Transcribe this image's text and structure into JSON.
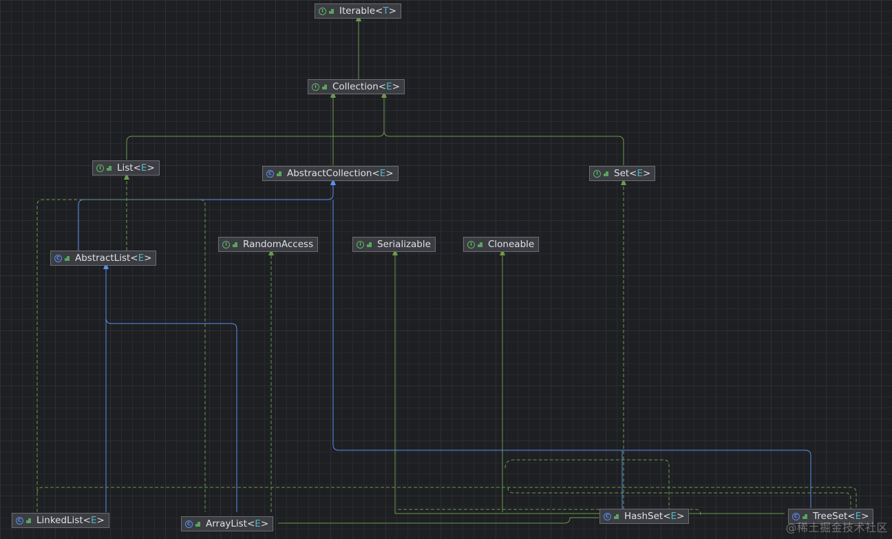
{
  "diagram": {
    "colors": {
      "background": "#1e1f22",
      "interface_edge": "#6a9c4f",
      "class_edge": "#5b8ff2",
      "node_fill": "#3b3d42",
      "type_param": "#56b6c2"
    },
    "nodes": {
      "iterable": {
        "kind": "interface",
        "kind_glyph": "I",
        "icon": "interface-icon",
        "name": "Iterable",
        "type_param": "T"
      },
      "collection": {
        "kind": "interface",
        "kind_glyph": "I",
        "icon": "interface-icon",
        "name": "Collection",
        "type_param": "E"
      },
      "list": {
        "kind": "interface",
        "kind_glyph": "I",
        "icon": "interface-icon",
        "name": "List",
        "type_param": "E"
      },
      "abstract_collection": {
        "kind": "class",
        "kind_glyph": "C",
        "icon": "abstract-class-icon",
        "name": "AbstractCollection",
        "type_param": "E"
      },
      "set": {
        "kind": "interface",
        "kind_glyph": "I",
        "icon": "interface-icon",
        "name": "Set",
        "type_param": "E"
      },
      "random_access": {
        "kind": "interface",
        "kind_glyph": "I",
        "icon": "interface-icon",
        "name": "RandomAccess",
        "type_param": ""
      },
      "serializable": {
        "kind": "interface",
        "kind_glyph": "I",
        "icon": "interface-icon",
        "name": "Serializable",
        "type_param": ""
      },
      "cloneable": {
        "kind": "interface",
        "kind_glyph": "I",
        "icon": "interface-icon",
        "name": "Cloneable",
        "type_param": ""
      },
      "abstract_list": {
        "kind": "class",
        "kind_glyph": "C",
        "icon": "abstract-class-icon",
        "name": "AbstractList",
        "type_param": "E"
      },
      "linked_list": {
        "kind": "class",
        "kind_glyph": "C",
        "icon": "class-icon",
        "name": "LinkedList",
        "type_param": "E"
      },
      "array_list": {
        "kind": "class",
        "kind_glyph": "C",
        "icon": "class-icon",
        "name": "ArrayList",
        "type_param": "E"
      },
      "hash_set": {
        "kind": "class",
        "kind_glyph": "C",
        "icon": "class-icon",
        "name": "HashSet",
        "type_param": "E"
      },
      "tree_set": {
        "kind": "class",
        "kind_glyph": "C",
        "icon": "class-icon",
        "name": "TreeSet",
        "type_param": "E"
      }
    },
    "edges": [
      {
        "from": "collection",
        "to": "iterable",
        "type": "extends"
      },
      {
        "from": "list",
        "to": "collection",
        "type": "extends"
      },
      {
        "from": "set",
        "to": "collection",
        "type": "extends"
      },
      {
        "from": "abstract_collection",
        "to": "collection",
        "type": "implements"
      },
      {
        "from": "abstract_list",
        "to": "abstract_collection",
        "type": "extends-class"
      },
      {
        "from": "abstract_list",
        "to": "list",
        "type": "implements"
      },
      {
        "from": "linked_list",
        "to": "abstract_list",
        "type": "extends-class"
      },
      {
        "from": "array_list",
        "to": "abstract_list",
        "type": "extends-class"
      },
      {
        "from": "hash_set",
        "to": "abstract_collection",
        "type": "extends-class"
      },
      {
        "from": "tree_set",
        "to": "abstract_collection",
        "type": "extends-class"
      },
      {
        "from": "array_list",
        "to": "random_access",
        "type": "implements"
      },
      {
        "from": "array_list",
        "to": "serializable",
        "type": "implements"
      },
      {
        "from": "array_list",
        "to": "cloneable",
        "type": "implements"
      },
      {
        "from": "hash_set",
        "to": "set",
        "type": "implements"
      },
      {
        "from": "tree_set",
        "to": "set",
        "type": "implements"
      }
    ]
  },
  "watermark": "@稀土掘金技术社区"
}
